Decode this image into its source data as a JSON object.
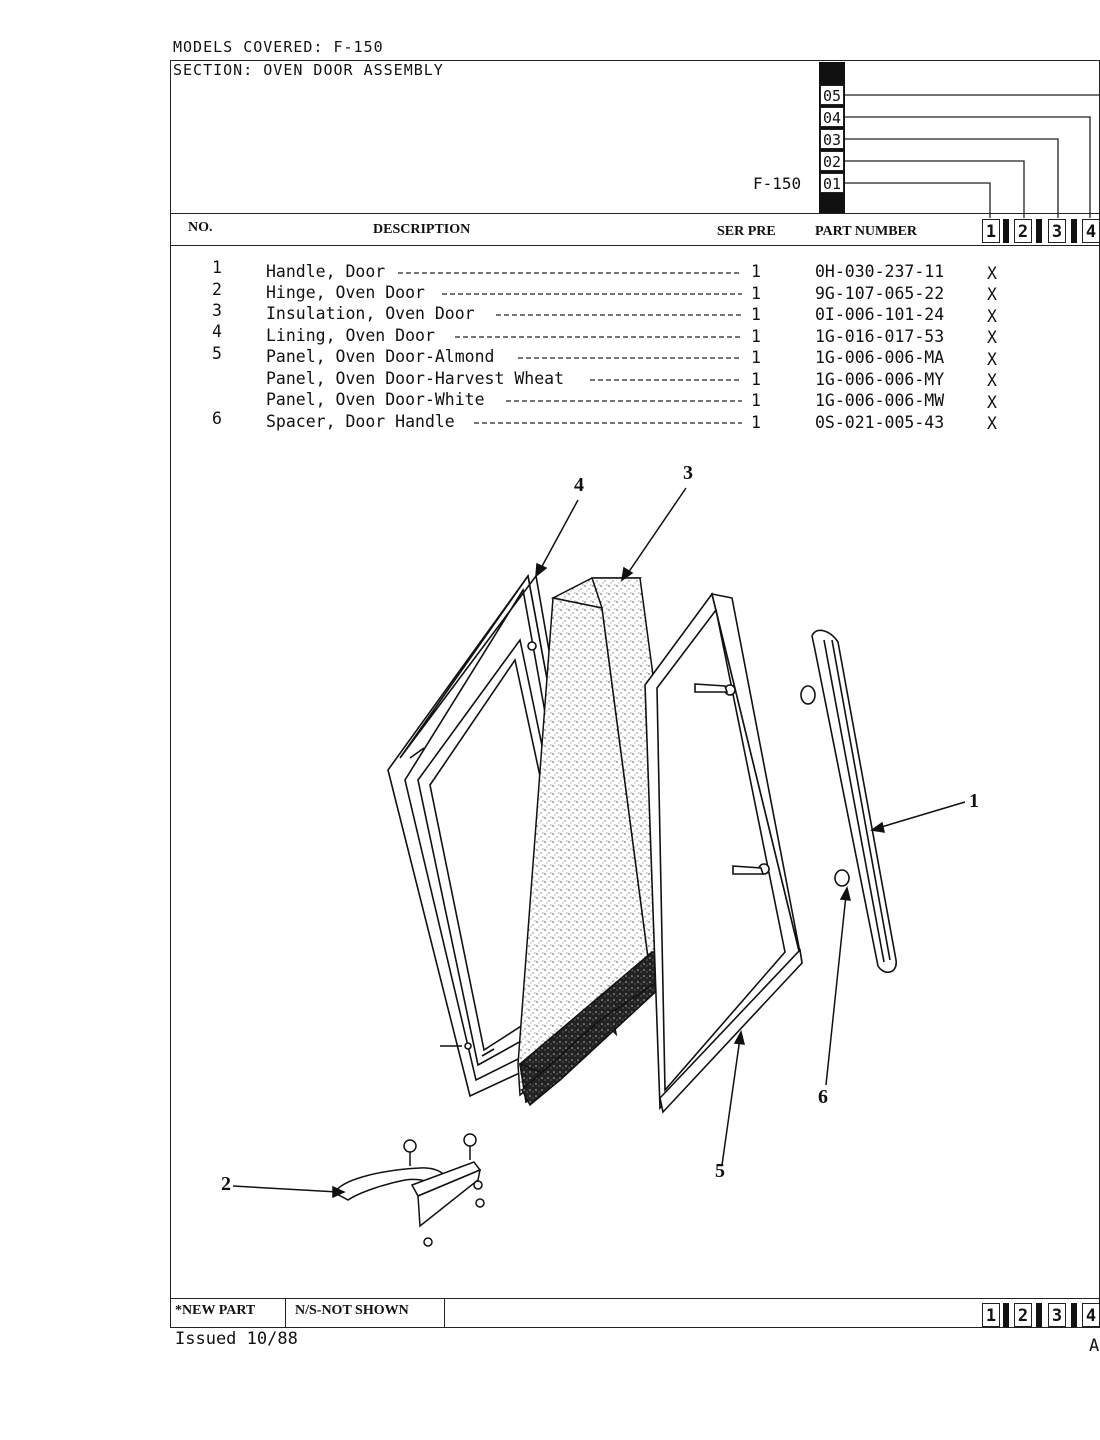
{
  "header": {
    "models_label": "MODELS COVERED:  F-150",
    "section_label": "SECTION:  OVEN DOOR ASSEMBLY",
    "model_code": "F-150",
    "variant_codes": [
      "05",
      "04",
      "03",
      "02",
      "01"
    ]
  },
  "columns": {
    "no": "NO.",
    "description": "DESCRIPTION",
    "ser_pre": "SER PRE",
    "part_number": "PART NUMBER",
    "model_cols": [
      "1",
      "2",
      "3",
      "4"
    ]
  },
  "parts": [
    {
      "no": "1",
      "description": "Handle, Door",
      "qty": "1",
      "part_number": "0H-030-237-11",
      "mark": "X"
    },
    {
      "no": "2",
      "description": "Hinge, Oven Door",
      "qty": "1",
      "part_number": "9G-107-065-22",
      "mark": "X"
    },
    {
      "no": "3",
      "description": "Insulation, Oven Door",
      "qty": "1",
      "part_number": "0I-006-101-24",
      "mark": "X"
    },
    {
      "no": "4",
      "description": "Lining, Oven Door",
      "qty": "1",
      "part_number": "1G-016-017-53",
      "mark": "X"
    },
    {
      "no": "5",
      "description": "Panel, Oven Door-Almond",
      "qty": "1",
      "part_number": "1G-006-006-MA",
      "mark": "X"
    },
    {
      "no": "",
      "description": "Panel, Oven Door-Harvest Wheat",
      "qty": "1",
      "part_number": "1G-006-006-MY",
      "mark": "X"
    },
    {
      "no": "",
      "description": "Panel, Oven Door-White",
      "qty": "1",
      "part_number": "1G-006-006-MW",
      "mark": "X"
    },
    {
      "no": "6",
      "description": "Spacer, Door Handle",
      "qty": "1",
      "part_number": "0S-021-005-43",
      "mark": "X"
    }
  ],
  "diagram": {
    "callouts": [
      "1",
      "2",
      "3",
      "4",
      "5",
      "6"
    ]
  },
  "footer": {
    "new_part": "*NEW PART",
    "not_shown": "N/S-NOT SHOWN",
    "issued": "Issued 10/88",
    "page_letter": "A"
  }
}
